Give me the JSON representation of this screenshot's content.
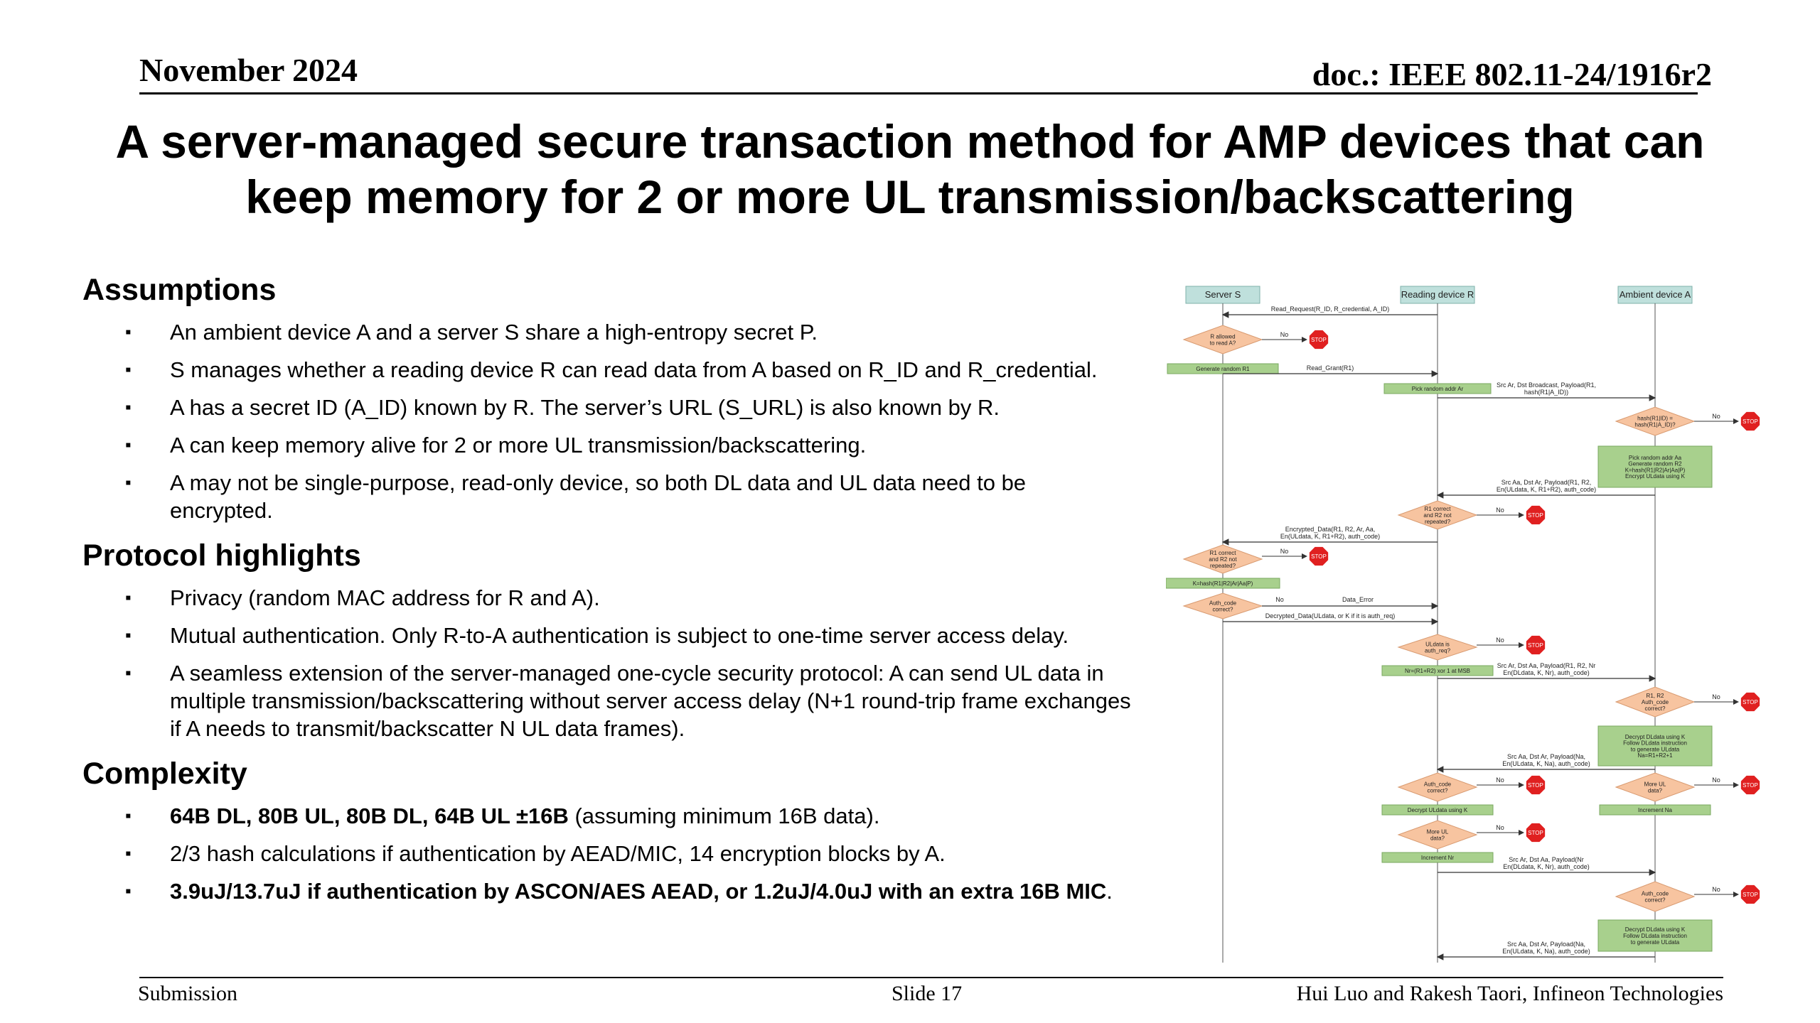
{
  "header": {
    "date": "November 2024",
    "doc": "doc.: IEEE 802.11-24/1916r2"
  },
  "title": "A server-managed secure transaction method for AMP devices that can keep memory for 2 or more UL transmission/backscattering",
  "sections": {
    "assumptions": {
      "heading": "Assumptions",
      "items": [
        "An ambient device A and a server S share a high-entropy secret P.",
        "S manages whether a reading device R can read data from A based on R_ID and R_credential.",
        "A has a secret ID (A_ID) known by R. The server’s URL (S_URL) is also known by R.",
        "A can keep memory alive for 2 or more UL transmission/backscattering.",
        "A may not be single-purpose, read-only device, so both DL data and UL data need to be encrypted."
      ]
    },
    "highlights": {
      "heading": "Protocol highlights",
      "items": [
        "Privacy (random MAC address for R and A).",
        "Mutual authentication. Only R-to-A authentication is subject to one-time server access delay.",
        "A seamless extension of the server-managed one-cycle security protocol: A can send UL data in multiple transmission/backscattering without server access delay (N+1 round-trip frame exchanges if A needs to transmit/backscatter N UL data frames)."
      ]
    },
    "complexity": {
      "heading": "Complexity",
      "item1_bold": "64B DL, 80B UL, 80B DL, 64B UL ±16B",
      "item1_rest": " (assuming minimum 16B data).",
      "item2": "2/3 hash calculations if authentication by AEAD/MIC, 14 encryption blocks by A.",
      "item3": "3.9uJ/13.7uJ if authentication by ASCON/AES AEAD, or 1.2uJ/4.0uJ with an extra 16B MIC",
      "item3_end": "."
    }
  },
  "diagram": {
    "colors": {
      "lane": "#bfe0dc",
      "decision": "#f7c4a0",
      "process": "#a8d08d",
      "stop": "#e02020"
    },
    "lanes": [
      "Server S",
      "Reading device R",
      "Ambient device A"
    ],
    "stop": "STOP",
    "no": "No",
    "labels": {
      "read_request": "Read_Request(R_ID, R_credential, A_ID)",
      "r_allowed": [
        "R allowed",
        "to read A?"
      ],
      "gen_r1": "Generate random R1",
      "read_grant": "Read_Grant(R1)",
      "pick_ar": "Pick random addr Ar",
      "msg1": [
        "Src Ar, Dst Broadcast, Payload(R1,",
        "hash(R1|A_ID))"
      ],
      "hash_check": [
        "hash(R1|ID) =",
        "hash(R1|A_ID)?"
      ],
      "a_process1": [
        "Pick random addr Aa",
        "Generate random R2",
        "K=hash(R1|R2|Ar|Aa|P)",
        "Encrypt ULdata using K"
      ],
      "msg2": [
        "Src Aa, Dst Ar, Payload(R1, R2,",
        "En(ULdata, K, R1+R2), auth_code)"
      ],
      "r1_check_r": [
        "R1 correct",
        "and R2 not",
        "repeated?"
      ],
      "enc_data": [
        "Encrypted_Data(R1, R2, Ar, Aa,",
        "En(ULdata, K, R1+R2), auth_code)"
      ],
      "r1_check_s": [
        "R1 correct",
        "and R2 not",
        "repeated?"
      ],
      "k_hash": "K=hash(R1|R2|Ar|Aa|P)",
      "auth_check_s": [
        "Auth_code",
        "correct?"
      ],
      "data_error": "Data_Error",
      "decrypted": "Decrypted_Data(ULdata, or K if it is auth_req)",
      "auth_req": [
        "ULdata is",
        "auth_req?"
      ],
      "nr_box": "Nr=(R1+R2) xor 1 at MSB",
      "msg3": [
        "Src Ar, Dst Aa, Payload(R1, R2, Nr",
        "En(DLdata, K, Nr), auth_code)"
      ],
      "r1r2_check": [
        "R1, R2",
        "Auth_code",
        "correct?"
      ],
      "a_process2": [
        "Decrypt DLdata using K",
        "Follow DLdata instruction",
        "to generate ULdata",
        "Na=R1+R2+1"
      ],
      "msg4": [
        "Src Aa, Dst Ar, Payload(Na,",
        "En(ULdata, K, Na), auth_code)"
      ],
      "auth_check_r": [
        "Auth_code",
        "correct?"
      ],
      "more_ul_a": [
        "More UL",
        "data?"
      ],
      "decrypt_ul": "Decrypt ULdata using K",
      "inc_na": "Increment Na",
      "more_ul_r": [
        "More UL",
        "data?"
      ],
      "inc_nr": "Increment Nr",
      "msg5": [
        "Src Ar, Dst Aa, Payload(Nr",
        "En(DLdata, K, Nr), auth_code)"
      ],
      "auth_check_a": [
        "Auth_code",
        "correct?"
      ],
      "a_process3": [
        "Decrypt DLdata using K",
        "Follow DLdata instruction",
        "to generate ULdata"
      ],
      "msg6": [
        "Src Aa, Dst Ar, Payload(Na,",
        "En(ULdata, K, Na), auth_code)"
      ]
    }
  },
  "footer": {
    "left": "Submission",
    "center": "Slide 17",
    "right": "Hui Luo and Rakesh Taori, Infineon Technologies"
  }
}
